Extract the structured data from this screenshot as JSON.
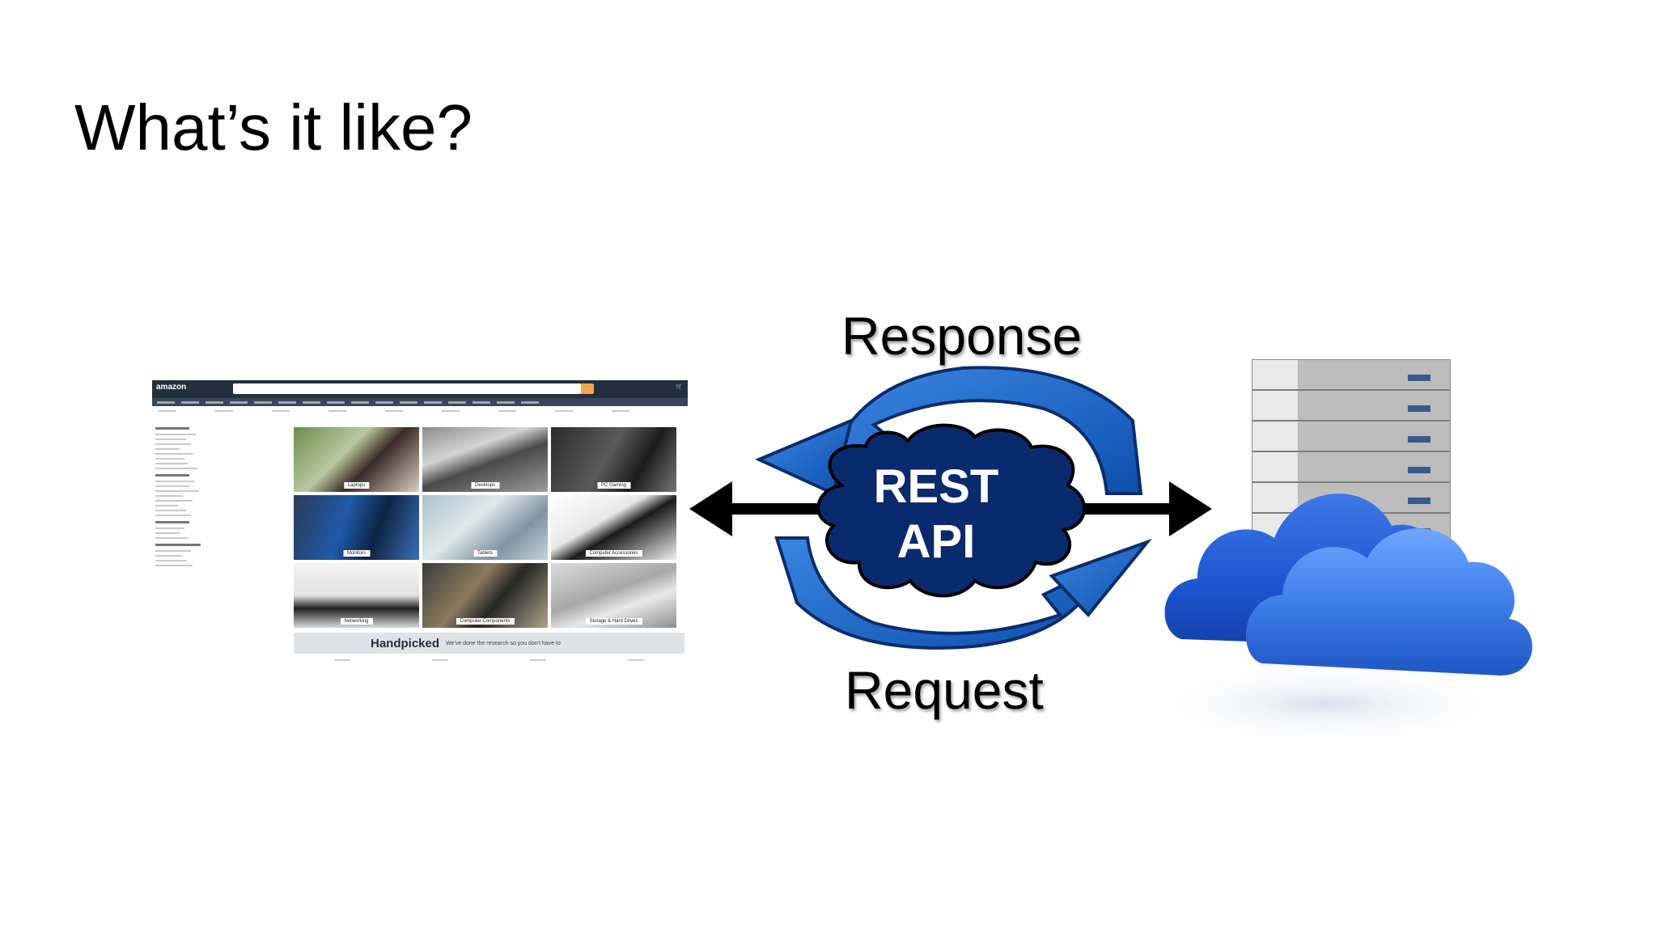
{
  "slide": {
    "title": "What’s it like?"
  },
  "labels": {
    "response": "Response",
    "request": "Request"
  },
  "api": {
    "line1": "REST",
    "line2": "API"
  },
  "website": {
    "logo": "amazon",
    "banner_title": "Handpicked",
    "banner_sub": "We've done the research so you don't have to",
    "tiles": [
      "Laptops",
      "Desktops",
      "PC Gaming",
      "Monitors",
      "Tablets",
      "Computer Accessories",
      "Networking",
      "Computer Components",
      "Storage & Hard Drives"
    ]
  },
  "colors": {
    "api_cloud": "#0a2a6e",
    "arrow_blue": "#1e63c0",
    "arrow_dark": "#0b2c6b",
    "cloud_blue": "#2d6fe0",
    "black_arrow": "#000000"
  },
  "icons": {
    "server": "server-rack-icon",
    "cloud": "cloud-icon"
  }
}
